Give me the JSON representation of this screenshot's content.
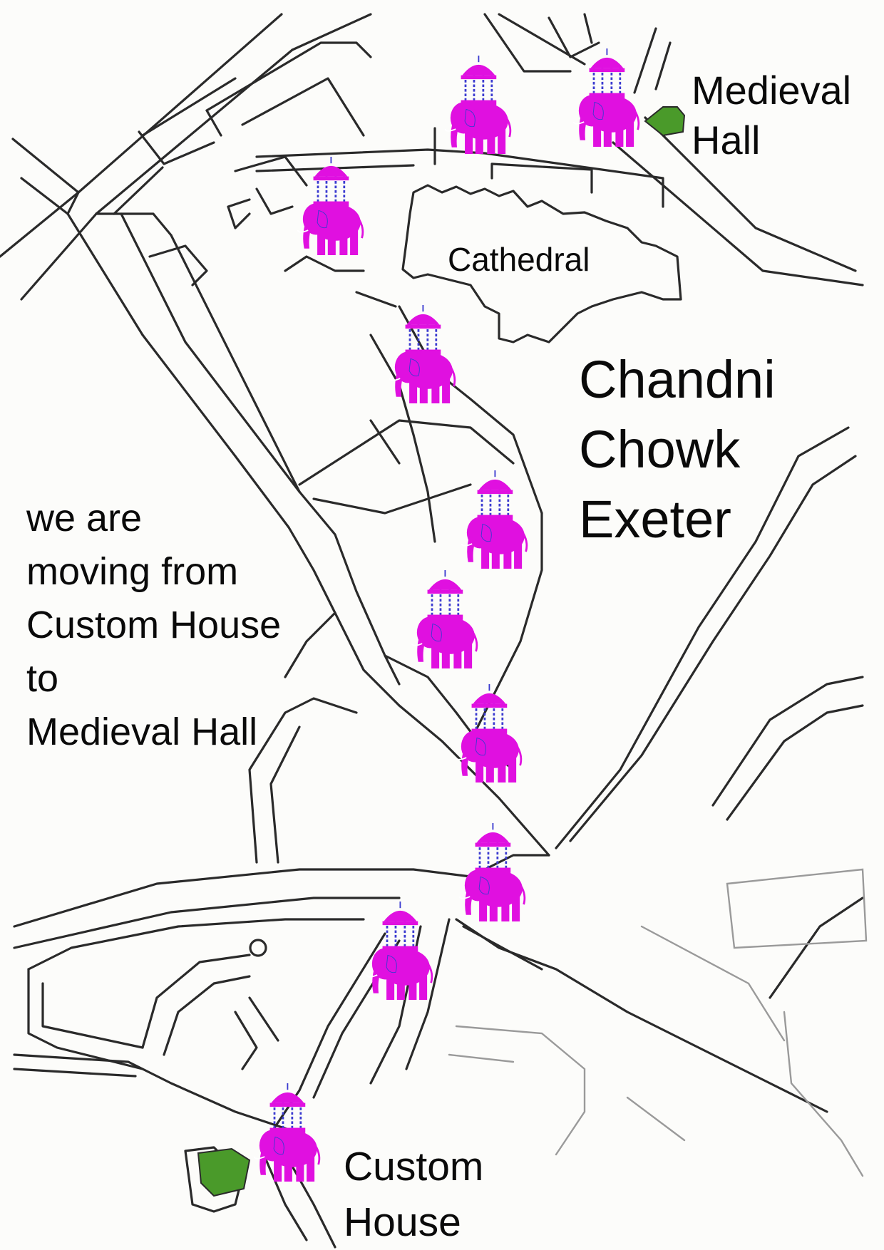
{
  "title": {
    "lines": [
      "Chandni",
      "Chowk",
      "Exeter"
    ]
  },
  "labels": {
    "medieval_hall": [
      "Medieval",
      "Hall"
    ],
    "cathedral": "Cathedral",
    "custom_house": [
      "Custom",
      "House"
    ]
  },
  "note": {
    "lines": [
      "we are",
      "moving from",
      "Custom House",
      "to",
      "Medieval Hall"
    ]
  },
  "route": {
    "from": "Custom House",
    "to": "Medieval Hall",
    "marker_icon": "elephant-with-howdah-icon",
    "marker_count": 10
  },
  "colors": {
    "road_line": "#2a2a2a",
    "faint_line": "#9a9a9a",
    "elephant": "#e010e0",
    "canopy_detail": "#3a3ad0",
    "landmark_green": "#4a9a2a"
  }
}
